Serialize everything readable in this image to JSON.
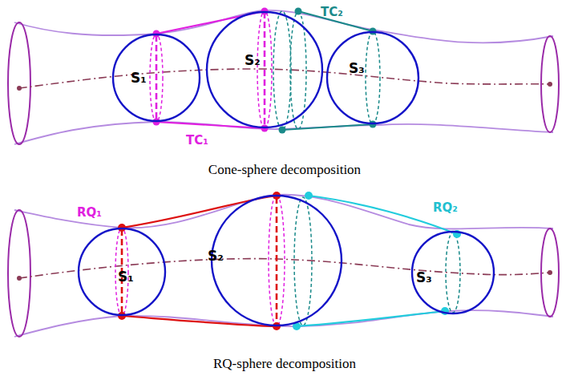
{
  "diagram": {
    "nodes": [
      {
        "text": [
          "S₁"
        ]
      },
      {
        "text": [
          "S₂"
        ]
      },
      {
        "text": [
          "S₃"
        ]
      },
      {
        "text": [
          "S₁"
        ]
      },
      {
        "text": [
          "S₂"
        ]
      },
      {
        "text": [
          "S₃"
        ]
      }
    ],
    "labels": [
      "TC₁",
      "TC₂",
      "Cone-sphere decomposition",
      "RQ₁",
      "RQ₂",
      "RQ-sphere decomposition"
    ]
  }
}
